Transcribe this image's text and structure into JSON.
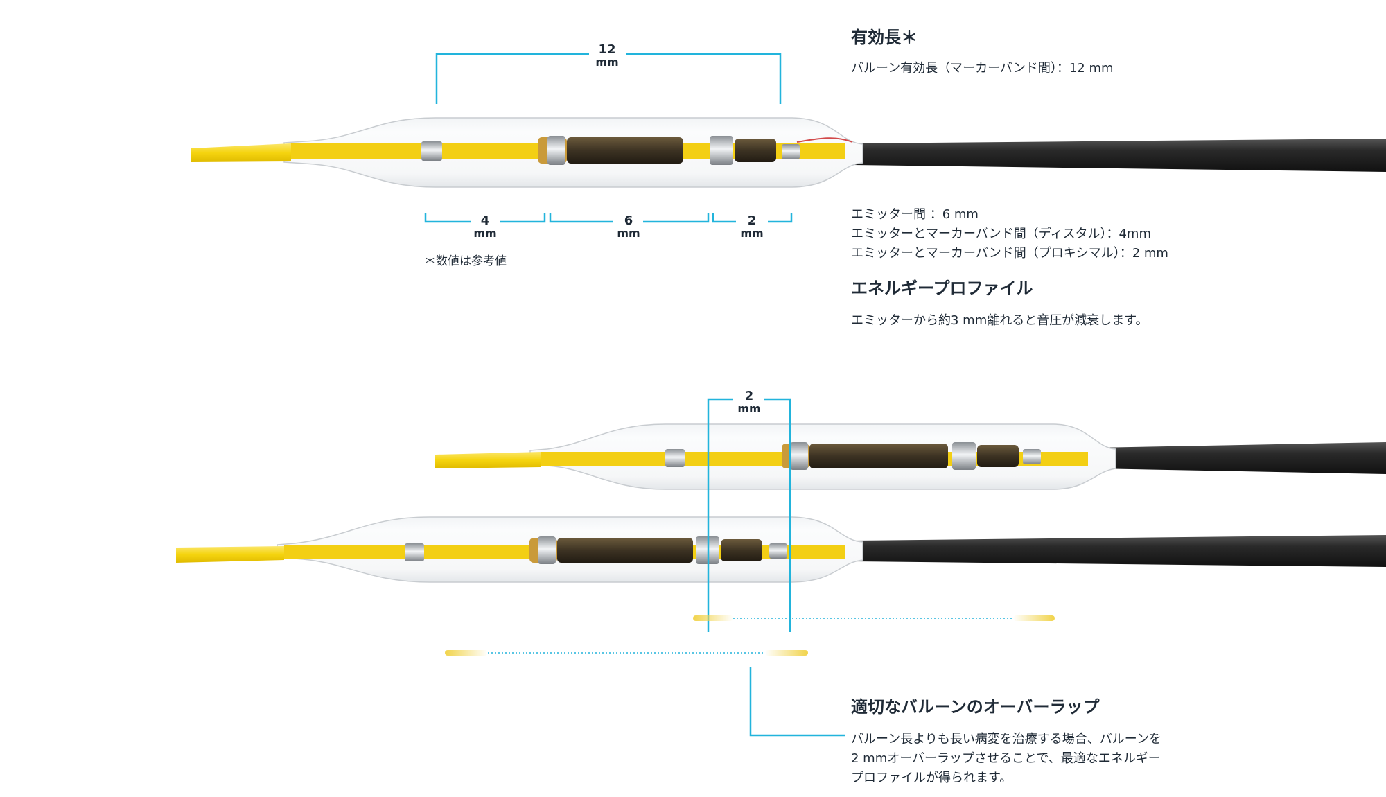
{
  "colors": {
    "dimension_line": "#22b4dc",
    "tip_yellow": "#f5d40f",
    "shaft": "#2b2b2b",
    "heading_text": "#1f2a36",
    "energy_bar": "#f1d34a"
  },
  "figure1": {
    "total_length": {
      "value": "12",
      "unit": "mm"
    },
    "segment_distal": {
      "value": "4",
      "unit": "mm"
    },
    "segment_emitters": {
      "value": "6",
      "unit": "mm"
    },
    "segment_proximal": {
      "value": "2",
      "unit": "mm"
    },
    "footnote": "＊数値は参考値"
  },
  "figure2": {
    "overlap": {
      "value": "2",
      "unit": "mm"
    }
  },
  "section_effective_length": {
    "title": "有効長＊",
    "line": "バルーン有効長（マーカーバンド間）：12 mm"
  },
  "section_spacing": {
    "lines": [
      "エミッター間 ：6 mm",
      "エミッターとマーカーバンド間（ディスタル）：4mm",
      "エミッターとマーカーバンド間（プロキシマル）：2 mm"
    ]
  },
  "section_energy": {
    "title": "エネルギープロファイル",
    "line": "エミッターから約3 mm離れると音圧が減衰します。"
  },
  "section_overlap": {
    "title": "適切なバルーンのオーバーラップ",
    "lines": [
      "バルーン長よりも長い病変を治療する場合、バルーンを",
      "2 mmオーバーラップさせることで、最適なエネルギー",
      "プロファイルが得られます。"
    ]
  }
}
